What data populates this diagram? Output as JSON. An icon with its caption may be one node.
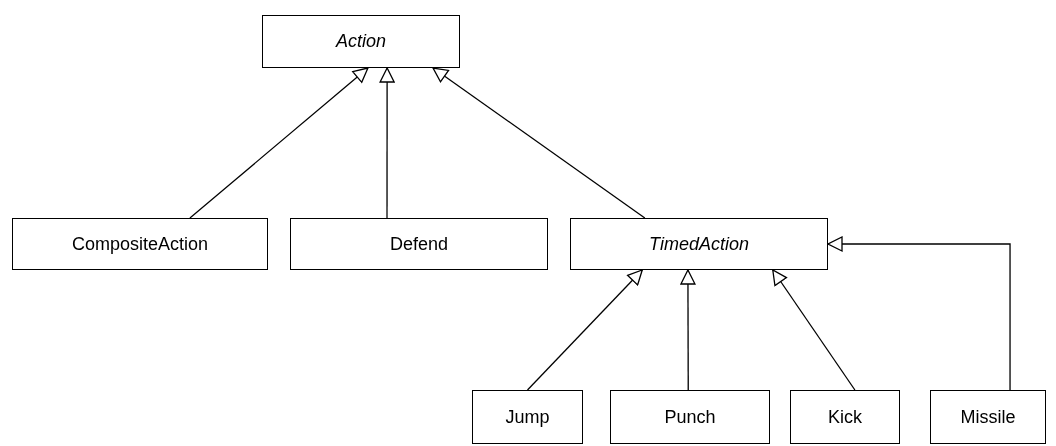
{
  "diagram": {
    "nodes": [
      {
        "text": [
          "Action"
        ]
      },
      {
        "text": [
          "CompositeAction"
        ]
      },
      {
        "text": [
          "Defend"
        ]
      },
      {
        "text": [
          "TimedAction"
        ]
      },
      {
        "text": [
          "Jump"
        ]
      },
      {
        "text": [
          "Punch"
        ]
      },
      {
        "text": [
          "Kick"
        ]
      },
      {
        "text": [
          "Missile"
        ]
      }
    ],
    "edges": [
      {
        "from": 1,
        "to": 0,
        "arrow": "to"
      },
      {
        "from": 2,
        "to": 0,
        "arrow": "to"
      },
      {
        "from": 3,
        "to": 0,
        "arrow": "to"
      },
      {
        "from": 4,
        "to": 3,
        "arrow": "to"
      },
      {
        "from": 5,
        "to": 3,
        "arrow": "to"
      },
      {
        "from": 6,
        "to": 3,
        "arrow": "to"
      },
      {
        "from": 7,
        "to": 3,
        "arrow": "to"
      }
    ]
  }
}
